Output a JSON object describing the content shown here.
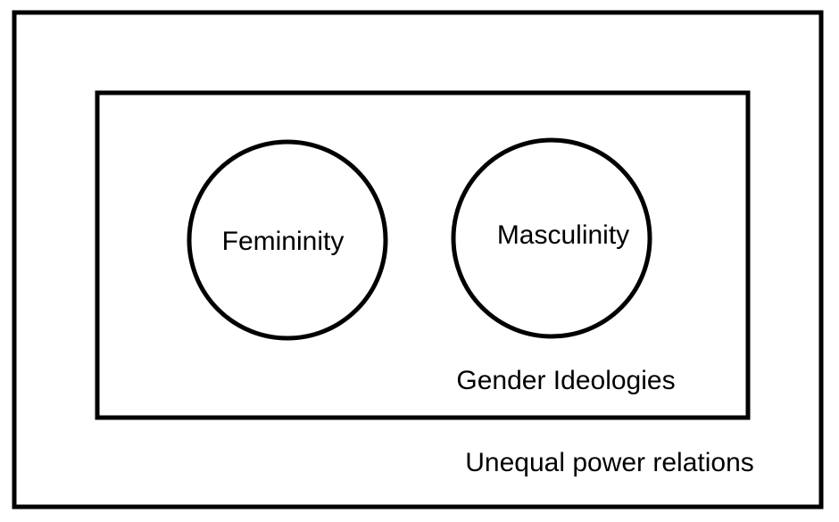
{
  "outer_box": {
    "label": "Unequal power relations"
  },
  "inner_box": {
    "label": "Gender Ideologies"
  },
  "circles": [
    {
      "label": "Femininity"
    },
    {
      "label": "Masculinity"
    }
  ],
  "colors": {
    "stroke": "#000000",
    "background": "#ffffff"
  }
}
